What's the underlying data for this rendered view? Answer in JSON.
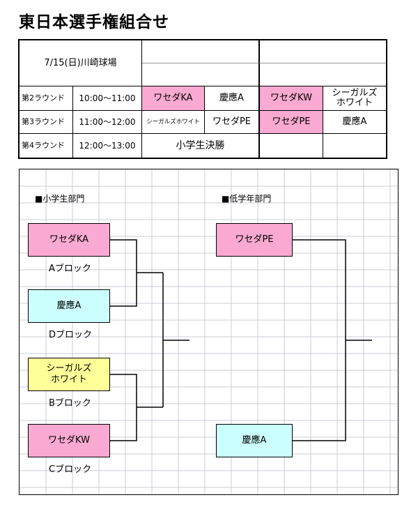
{
  "title": "東日本選手権組合せ",
  "schedule": {
    "venue": "7/15(日)川崎球場",
    "rows": [
      {
        "round": "第2ラウンド",
        "time": "10:00～11:00",
        "a1": "ワセダKA",
        "a2": "慶應A",
        "b1": "ワセダKW",
        "b2": "シーガルズ ホワイト"
      },
      {
        "round": "第3ラウンド",
        "time": "11:00～12:00",
        "a1": "シーガルズホワイト",
        "a2": "ワセダPE",
        "b1": "ワセダPE",
        "b2": "慶應A"
      },
      {
        "round": "第4ラウンド",
        "time": "12:00～13:00",
        "final": "小学生決勝"
      }
    ]
  },
  "bracket": {
    "elementary": {
      "header": "■小学生部門",
      "teams": [
        {
          "name": "ワセダKA",
          "block": "Aブロック",
          "color": "#f9a9d2"
        },
        {
          "name": "慶應A",
          "block": "Dブロック",
          "color": "#ccffff"
        },
        {
          "name": "シーガルズ\nホワイト",
          "block": "Bブロック",
          "color": "#ffff99"
        },
        {
          "name": "ワセダKW",
          "block": "Cブロック",
          "color": "#f9a9d2"
        }
      ]
    },
    "lower": {
      "header": "■低学年部門",
      "teams": [
        {
          "name": "ワセダPE",
          "color": "#f9a9d2"
        },
        {
          "name": "慶應A",
          "color": "#ccffff"
        }
      ]
    }
  }
}
